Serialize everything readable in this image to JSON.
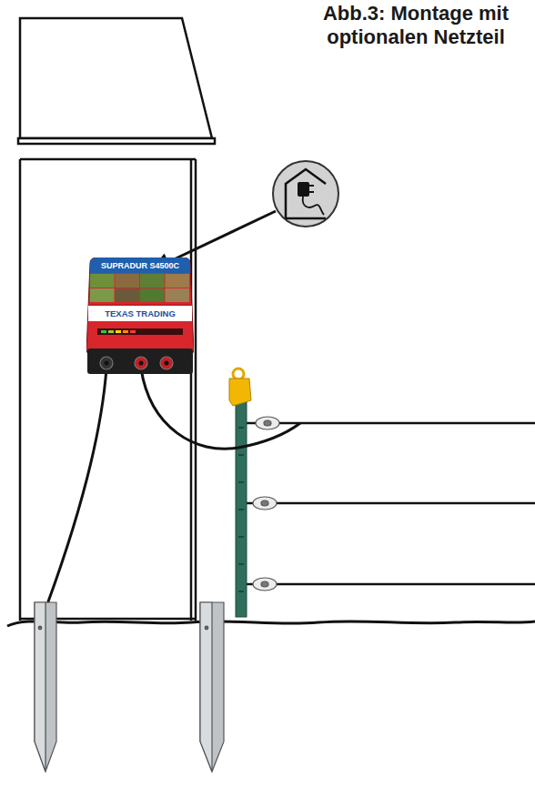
{
  "diagram": {
    "title": "Abb.3: Montage mit optionalen Netzteil",
    "nodes": [
      {
        "text": [
          "SUPRADUR S4500C",
          "TEXAS TRADING"
        ]
      }
    ]
  }
}
